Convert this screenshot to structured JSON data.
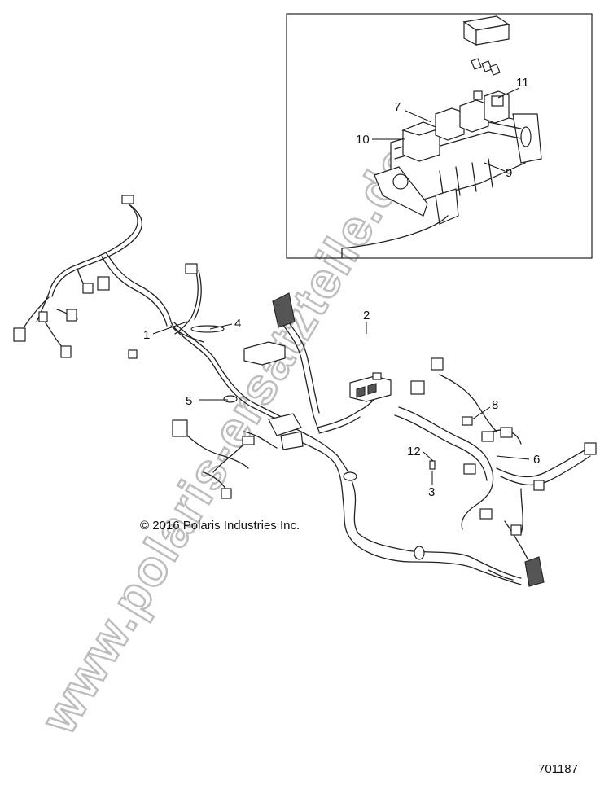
{
  "callouts": {
    "c1": "1",
    "c2": "2",
    "c3": "3",
    "c4": "4",
    "c5": "5",
    "c6": "6",
    "c7": "7",
    "c8": "8",
    "c9": "9",
    "c10": "10",
    "c11": "11",
    "c12": "12"
  },
  "copyright": "© 2016 Polaris Industries Inc.",
  "diagram_id": "701187",
  "watermark": "www.polaris-ersatzteile.de",
  "colors": {
    "line": "#222222",
    "watermark": "#bdbdbd",
    "background": "#ffffff"
  }
}
